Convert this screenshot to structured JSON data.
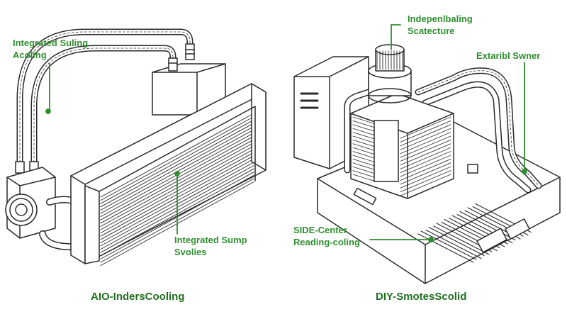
{
  "colors": {
    "label": "#2f8f2f",
    "caption": "#1f6f1f",
    "line": "#2a2a2a",
    "leader": "#2f8f2f"
  },
  "left": {
    "label_top": [
      "Integrated Suling",
      "Acoling"
    ],
    "label_mid": [
      "Integrated Sump",
      "Svolies"
    ],
    "caption": "AIO-IndersCooling"
  },
  "right": {
    "label_top": [
      "Indepenlbaling",
      "Scatecture"
    ],
    "label_side": "Extaribl Swner",
    "label_mid": [
      "SIDE-Center",
      "Reading-coling"
    ],
    "caption": "DIY-SmotesScolid"
  }
}
